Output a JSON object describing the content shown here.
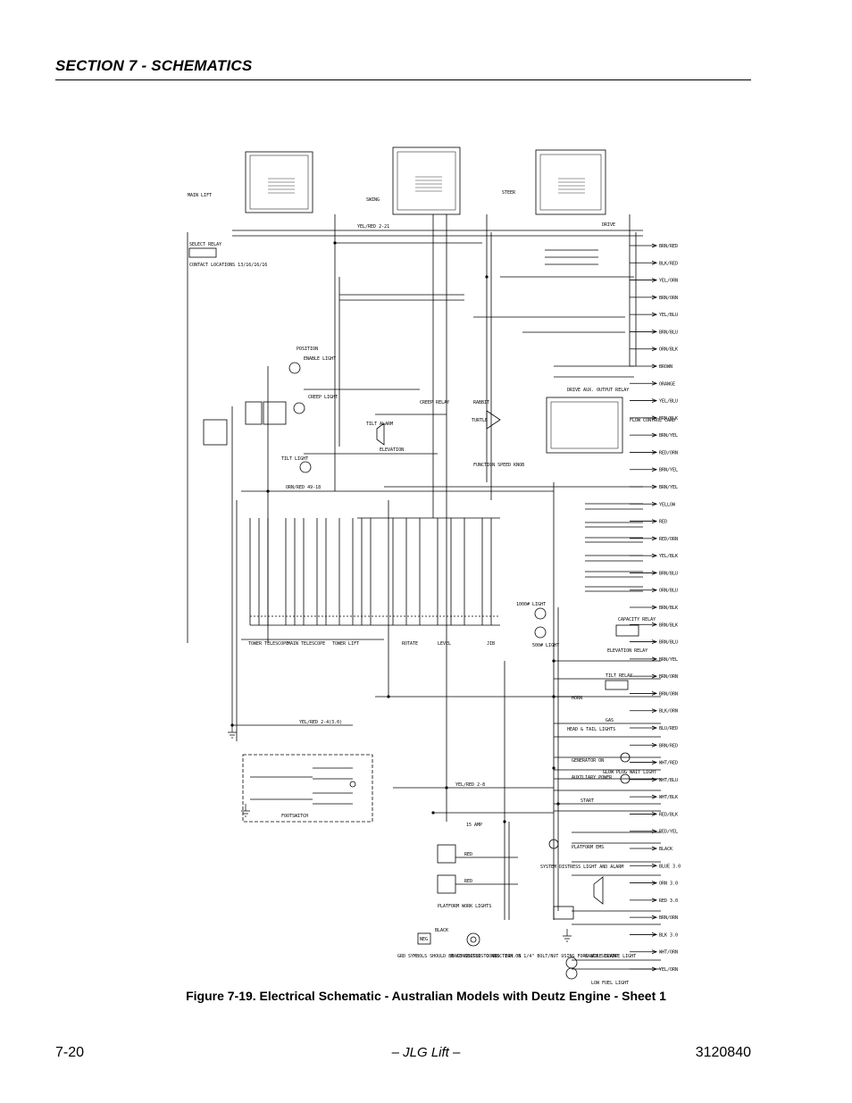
{
  "header": {
    "section_title": "SECTION 7 - SCHEMATICS"
  },
  "figure": {
    "caption": "Figure 7-19.  Electrical Schematic - Australian Models with Deutz Engine - Sheet 1",
    "labels": {
      "main_lift": "MAIN LIFT",
      "swing": "SWING",
      "steer": "STEER",
      "drive": "DRIVE",
      "select_relay": "SELECT RELAY",
      "contact_locations": "CONTACT LOCATIONS 13/16/16/16",
      "creep_light": "CREEP LIGHT",
      "creep_relay": "CREEP RELAY",
      "tilt_alarm": "TILT ALARM",
      "tilt_light": "TILT LIGHT",
      "elevation": "ELEVATION",
      "enable_light": "ENABLE LIGHT",
      "position": "POSITION",
      "rabbit": "RABBIT",
      "turtle": "TURTLE",
      "function_speed_knob": "FUNCTION SPEED KNOB",
      "drive_aux_output_relay": "DRIVE AUX. OUTPUT RELAY",
      "flow_control_card": "FLOW CONTROL CARD",
      "tower_telescope": "TOWER TELESCOPE",
      "main_telescope": "MAIN TELESCOPE",
      "tower_lift": "TOWER LIFT",
      "rotate": "ROTATE",
      "level": "LEVEL",
      "jib": "JIB",
      "light_1000": "1000# LIGHT",
      "light_500": "500# LIGHT",
      "capacity_relay": "CAPACITY RELAY",
      "elevation_relay": "ELEVATION RELAY",
      "tilt_relay": "TILT RELAY",
      "horn": "HORN",
      "gas": "GAS",
      "head_tail_lights": "HEAD & TAIL LIGHTS",
      "generator_on": "GENERATOR ON",
      "auxiliary_power": "AUXILIARY POWER",
      "glow_plug_wait_light": "GLOW PLUG WAIT LIGHT",
      "start": "START",
      "footswitch": "FOOTSWITCH",
      "amp_15": "15 AMP",
      "platform_ems": "PLATFORM EMS",
      "platform_work_lights": "PLATFORM WORK LIGHTS",
      "system_distress": "SYSTEM DISTRESS LIGHT AND ALARM",
      "cable_service_light": "CABLE SERVICE LIGHT",
      "low_fuel_light": "LOW FUEL LIGHT",
      "ground_note": "GRD SYMBOLS SHOULD BE CONNECTED TO NEG TERM.'S",
      "chassis_note": "MAKE CHASSIS CONNECTION ON 1/4\" BOLT/NUT USING FORK WIRE CLAMP.",
      "black": "BLACK",
      "neg": "NEG",
      "yel_red_2_21": "YEL/RED 2-21",
      "orn_red_49_18": "ORN/RED 49-18",
      "yel_red_2_4": "YEL/RED 2-4(3.0)",
      "yel_red_2_8": "YEL/RED 2-8",
      "red": "RED"
    },
    "wire_tags": [
      "BRN/RED",
      "BLK/RED",
      "YEL/ORN",
      "BRN/ORN",
      "YEL/BLU",
      "BRN/BLU",
      "ORN/BLK",
      "BROWN",
      "ORANGE",
      "YEL/BLU",
      "BRN/BLK",
      "BRN/YEL",
      "RED/ORN",
      "BRN/YEL",
      "BRN/YEL",
      "YELLOW",
      "RED",
      "RED/ORN",
      "YEL/BLK",
      "BRN/BLU",
      "ORN/BLU",
      "BRN/BLK",
      "BRN/BLK",
      "BRN/BLU",
      "BRN/YEL",
      "BRN/ORN",
      "BRN/ORN",
      "BLK/ORN",
      "BLU/RED",
      "BRN/RED",
      "WHT/RED",
      "WHT/BLU",
      "WHT/BLK",
      "RED/BLK",
      "RED/YEL",
      "BLACK",
      "BLUE 3.0",
      "ORN 3.0",
      "RED 3.0",
      "BRN/ORN",
      "BLK 3.0",
      "WHT/ORN",
      "YEL/ORN"
    ]
  },
  "footer": {
    "page_number": "7-20",
    "publisher": "– JLG Lift –",
    "doc_number": "3120840"
  }
}
